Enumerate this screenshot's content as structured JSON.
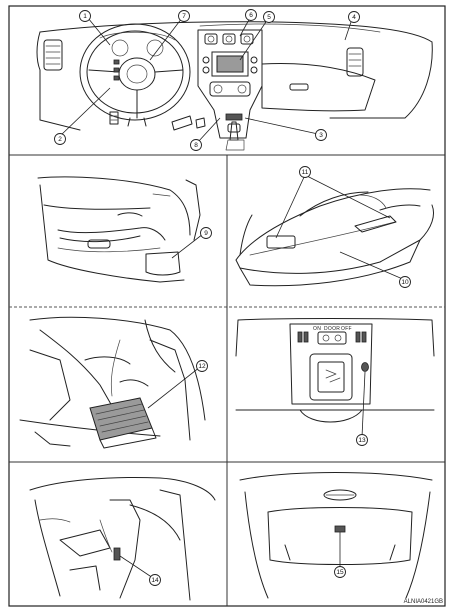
{
  "figure": {
    "callouts": [
      "1",
      "2",
      "3",
      "4",
      "5",
      "6",
      "7",
      "8",
      "9",
      "10",
      "11",
      "12",
      "13",
      "14",
      "15"
    ],
    "room_lamp_labels": [
      "ON",
      "DOOR",
      "OFF"
    ],
    "reference_code": "ALNIA0421GB"
  }
}
